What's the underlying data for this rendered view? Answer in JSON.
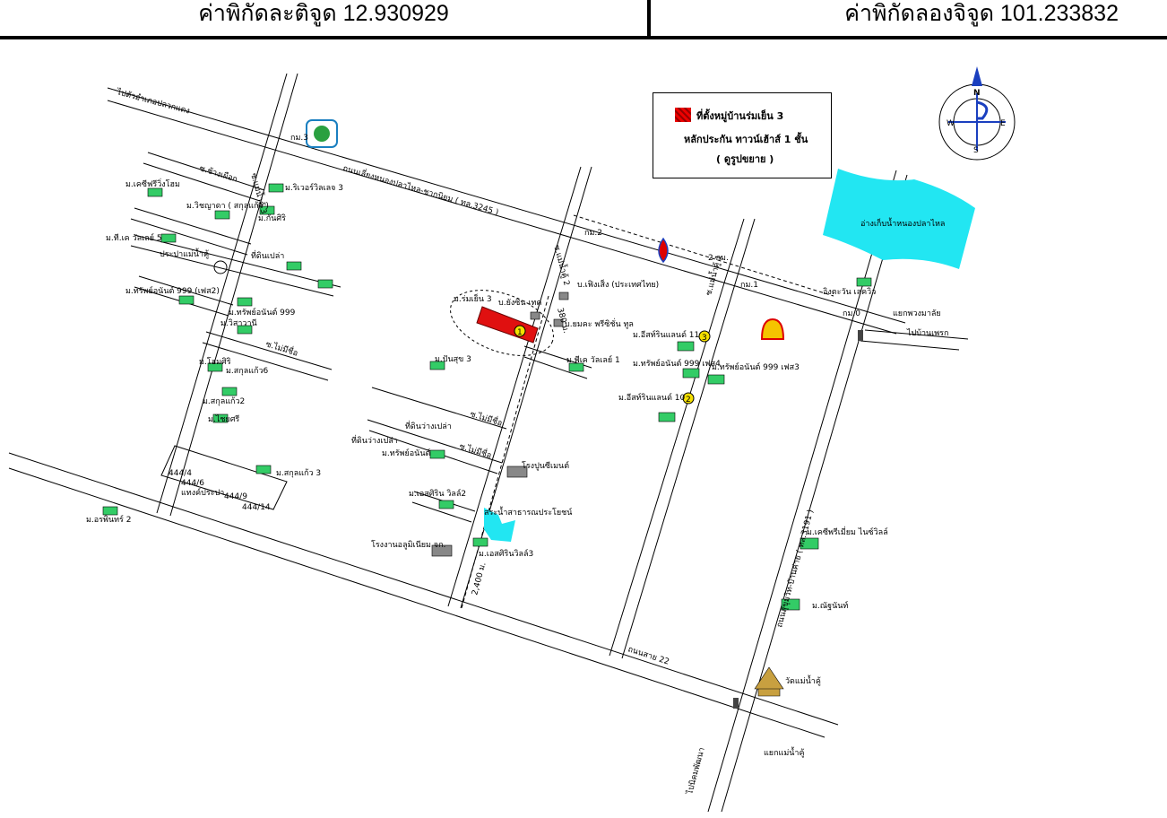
{
  "header": {
    "lat": "ค่าพิกัดละติจูด 12.930929",
    "lon": "ค่าพิกัดลองจิจูด 101.233832"
  },
  "legend": {
    "line1": "ที่ตั้งหมู่บ้านร่มเย็น 3",
    "line2": "หลักประกัน ทาวน์เฮ้าส์ 1 ชั้น",
    "line3": "( ดูรูปขยาย )"
  },
  "compass": {
    "n": "N",
    "s": "S",
    "e": "E",
    "w": "W"
  },
  "labels": {
    "to_klaeng": "ไปตัวอำเภอปลวกแดง",
    "km3": "กม.3",
    "km2": "กม.2",
    "km1": "กม.1",
    "km0": "กม.0",
    "soi_changchuek": "ซ.ช้างเผือก",
    "soi_mae_3": "ซ.แม่น้ำคู้ 3",
    "road_3245": "ถนนเลี่ยงหนองปลาไหล-ชากนิยม ( ทล.3245 )",
    "river_villa3": "ม.ริเวอร์วิลเลจ 3",
    "ketsiri": "ม.เคซีฟรีวิ่งโฮม",
    "wichuda": "ม.วิชญาดา ( สกุลแก้ว )",
    "kansiri": "ม.กันศิริ",
    "tk_valley5": "ม.ที.เค วัลเลย์ 5",
    "empty_land1": "ที่ดินเปล่า",
    "water_tap": "ประปาแม่น้ำคู้",
    "sappayom_phase2": "ม.ทรัพย์อนันต์ 999 (เฟส2)",
    "sappayom999": "ม.ทรัพย์อนันต์ 999",
    "wisawanee": "ม.วิสาวานี",
    "soi_mai_mi_chue1": "ซ.ไม่มีชื่อ",
    "rom_yen3": "ม.ร่มเย็น 3",
    "yungxin": "บ.ยังซิน เทค",
    "feng_sheng": "บ.เฟิงเส็ง (ประเทศไทย)",
    "dist_380": "380 ม.",
    "rayong_precision": "บ.ยมคะ พรีซิชั่น ทูล",
    "soi_mae_2": "ซ.แม่น้ำคู้ 2",
    "pan_suk3": "ม.ปันสุข 3",
    "nop_valley1": "ม.พีเค วัลเลย์ 1",
    "honsiri": "ม.โฮมศิริ",
    "sakul_kaew6": "ม.สกุลแก้ว6",
    "sakul_kaew2": "ม.สกุลแก้ว2",
    "chairat": "ม.ไชยศรี",
    "soi_mai_mi_chue2": "ซ.ไม่มีชื่อ",
    "empty_land2": "ที่ดินว่างเปล่า",
    "empty_land3": "ที่ดินว่างเปล่า",
    "sappayom_iii": "ม.ทรัพย์อนันต์",
    "soi_mai_mi_chue3": "ซ.ไม่มีชื่อ",
    "cement": "โรงปูนซีเมนต์",
    "sakul_kaew3": "ม.สกุลแก้ว 3",
    "a444_4": "444/4",
    "a444_6": "444/6",
    "waterworks": "แทงค์ประปา",
    "a444_9": "444/9",
    "a444_14": "444/14",
    "oraphin2": "ม.อรพินทร์ 2",
    "esiri_villa2": "ม.เอสศิริน วิลล์2",
    "public_pond": "สระน้ำสาธารณประโยชน์",
    "aluminium": "โรงงานอลูมิเนียม จก.",
    "esiri_villa3": "ม.เอสศิรินวิลล์3",
    "dist_2400": "2,400 ม.",
    "east_land11": "ม.อีสท์รินแลนด์ 11",
    "sappayom_phase4": "ม.ทรัพย์อนันต์ 999 เฟส4",
    "sappayom_phase3": "ม.ทรัพย์อนันต์ 999 เฟส3",
    "east_land10": "ม.อีสท์รินแลนด์ 10",
    "soi_mae_1": "ซ.แม่น้ำคู้ 1",
    "dist_2km": "2 กม.",
    "reservoir": "อ่างเก็บน้ำหนองปลาไหล",
    "ingrawin": "อิงตะวัน เลควิว",
    "y_puang": "แยกพวงมาลัย",
    "to_ban_khai": "ไปบ้านเพรก",
    "road_3191": "ถนนสุขุมวิท-บ้านค่าย ( ทล.3191 )",
    "kc_nice_ville": "ม.เคซีพรีเมี่ยม ไนซ์วิลล์",
    "nattha": "ม.ณัฐนันท์",
    "road22": "ถนนสาย 22",
    "wat_mae": "วัดแม่น้ำคู้",
    "y_mae": "แยกแม่น้ำคู้",
    "to_nikhom": "ไปนิคมพัฒนา",
    "m1": "1",
    "m2": "2",
    "m3": "3"
  },
  "colors": {
    "water": "#22e6f2",
    "site": "#e01010",
    "shell": "#f5c400",
    "compass_blue": "#1a3fbf"
  }
}
